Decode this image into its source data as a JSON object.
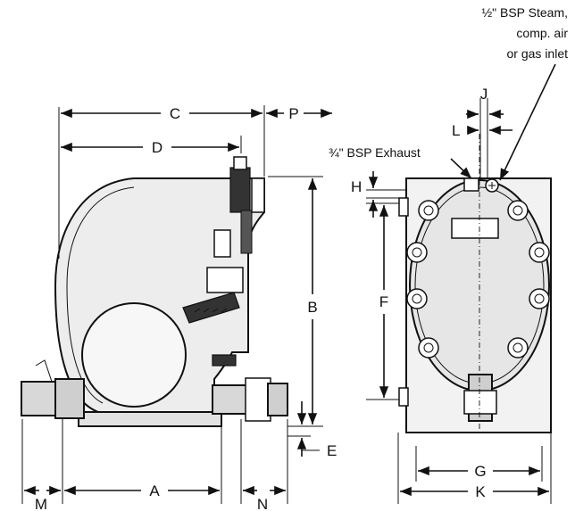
{
  "notes": {
    "inlet_line1": "½\" BSP Steam,",
    "inlet_line2": "comp. air",
    "inlet_line3": "or gas inlet",
    "exhaust": "¾\" BSP Exhaust"
  },
  "dimensions": {
    "A": "A",
    "B": "B",
    "C": "C",
    "D": "D",
    "E": "E",
    "F": "F",
    "G": "G",
    "H": "H",
    "J": "J",
    "K": "K",
    "L": "L",
    "M": "M",
    "N": "N",
    "P": "P"
  }
}
